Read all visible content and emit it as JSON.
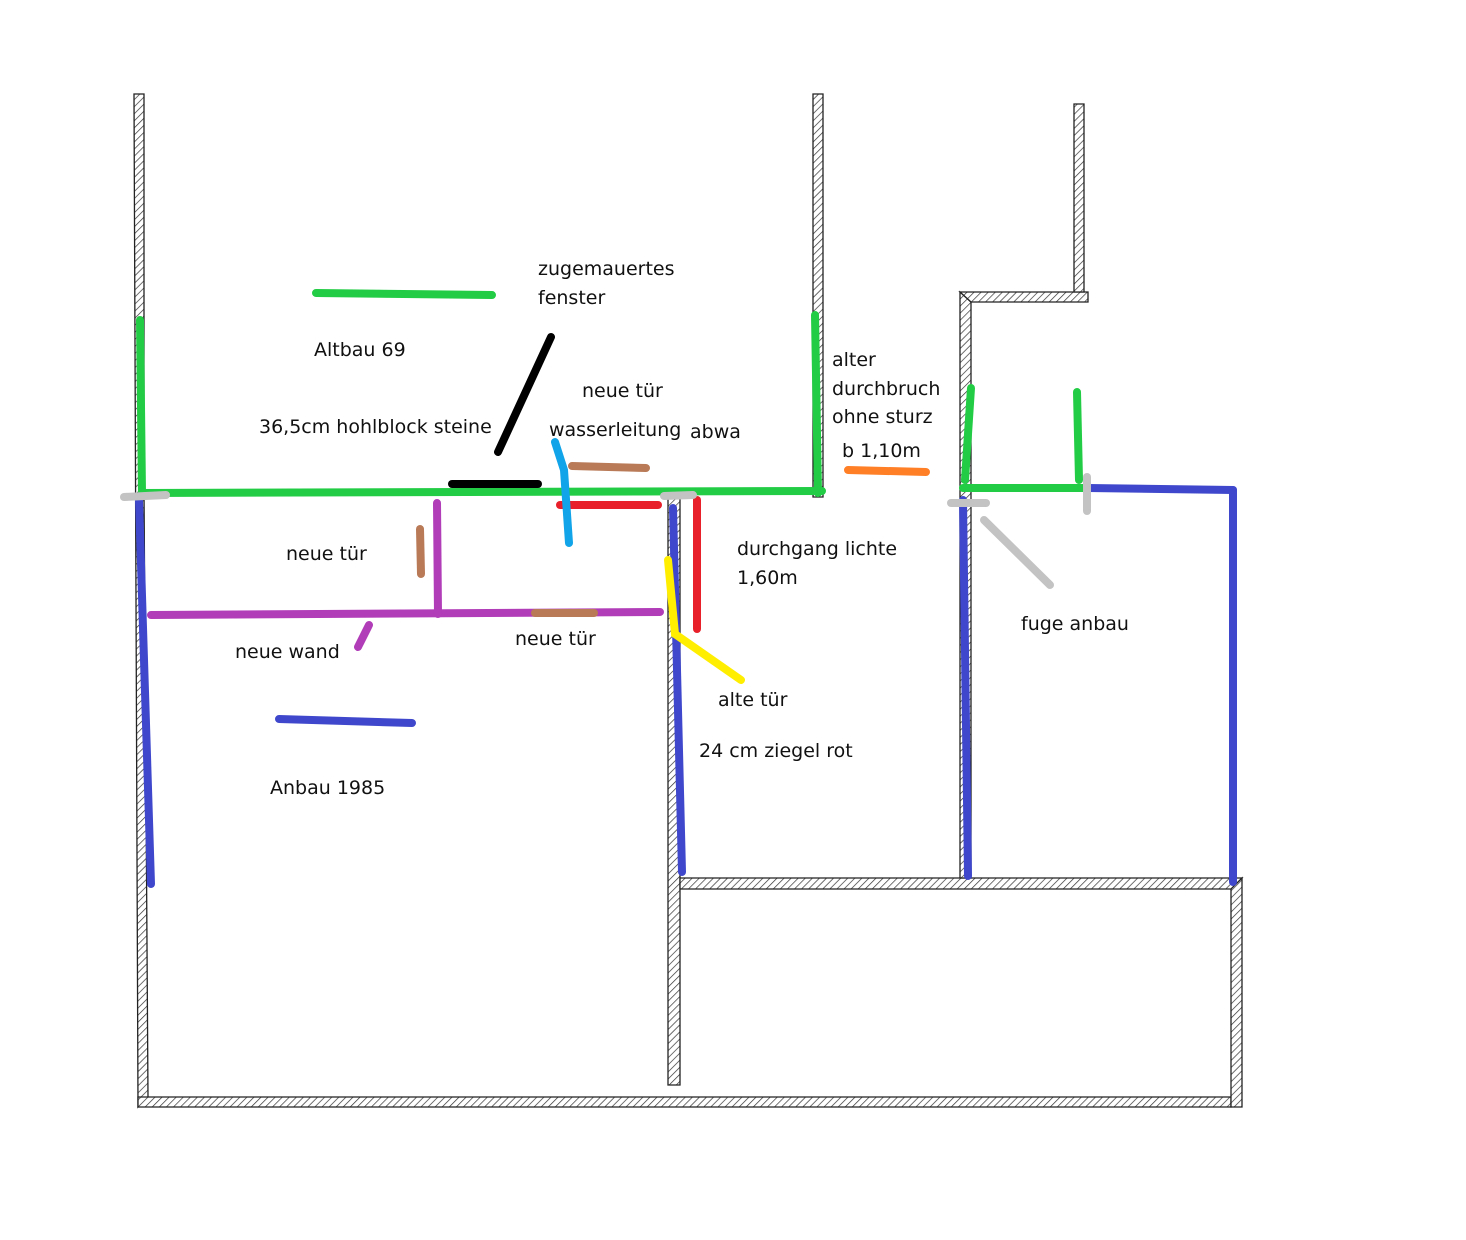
{
  "labels": {
    "zugemauertes_line1": "zugemauertes",
    "zugemauertes_line2": "fenster",
    "altbau": "Altbau 69",
    "neue_tuer_top": "neue tür",
    "hohlblock": "36,5cm hohlblock steine",
    "wasserleitung": "wasserleitung",
    "abwa": "abwa",
    "alter_line1": "alter",
    "alter_line2": "durchbruch",
    "alter_line3": "ohne sturz",
    "breite": "b 1,10m",
    "neue_tuer_left": "neue tür",
    "durchgang_line1": "durchgang lichte",
    "durchgang_line2": "1,60m",
    "fuge": "fuge anbau",
    "neue_tuer_bottom": "neue tür",
    "neue_wand": "neue wand",
    "alte_tuer": "alte tür",
    "ziegel": "24 cm ziegel rot",
    "anbau": "Anbau 1985"
  },
  "colors": {
    "green": "#22cc44",
    "blue": "#3f48cc",
    "purple": "#b13db8",
    "brown": "#b97a57",
    "red": "#e8202a",
    "lightblue": "#12a4e8",
    "yellow": "#ffee00",
    "orange": "#ff7f27",
    "gray": "#c3c3c3",
    "black": "#000000"
  }
}
